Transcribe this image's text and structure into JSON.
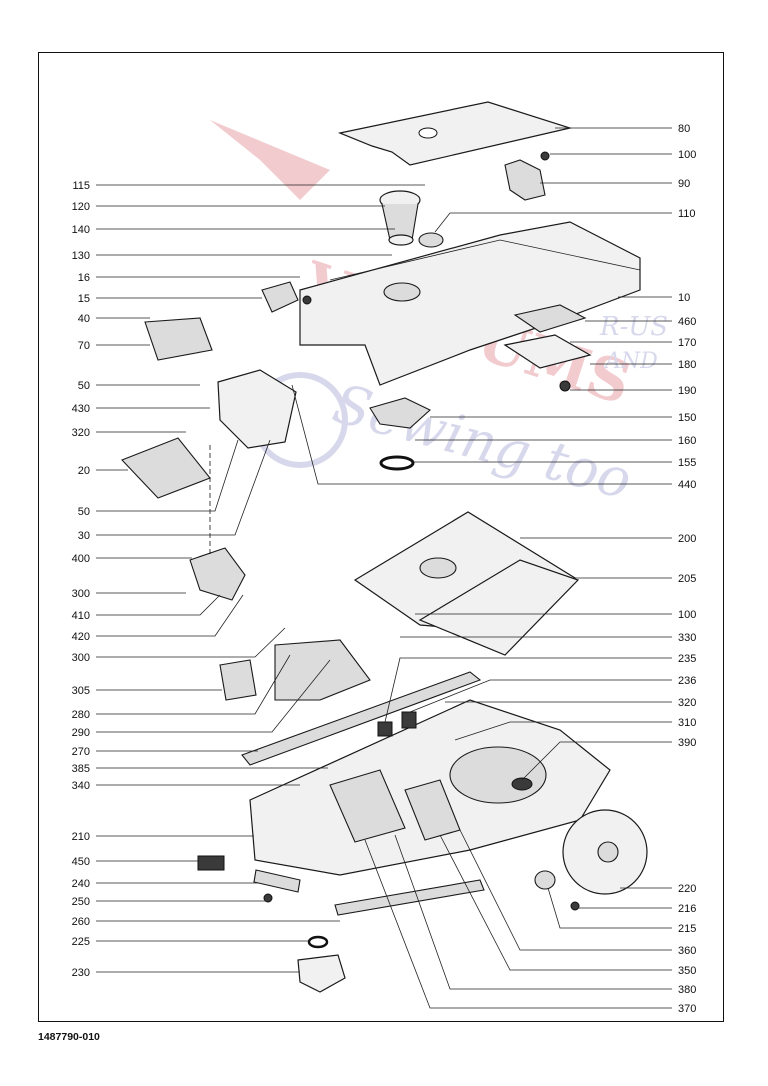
{
  "document_number": "1487790-010",
  "watermark": {
    "line1": "VACUUMS",
    "line2": "R-US",
    "line3": "AND",
    "line4": "Sewing too",
    "color_red": "#e8a0a8",
    "color_blue": "#b7b9dd"
  },
  "left_labels": [
    "115",
    "120",
    "140",
    "130",
    "16",
    "15",
    "40",
    "70",
    "50",
    "430",
    "320",
    "20",
    "50",
    "30",
    "400",
    "300",
    "410",
    "420",
    "300",
    "305",
    "280",
    "290",
    "270",
    "385",
    "340",
    "210",
    "450",
    "240",
    "250",
    "260",
    "225",
    "230"
  ],
  "right_labels": [
    "80",
    "100",
    "90",
    "110",
    "10",
    "460",
    "170",
    "180",
    "190",
    "150",
    "160",
    "155",
    "440",
    "200",
    "205",
    "100",
    "330",
    "235",
    "236",
    "320",
    "310",
    "390",
    "220",
    "216",
    "215",
    "360",
    "350",
    "380",
    "370"
  ]
}
